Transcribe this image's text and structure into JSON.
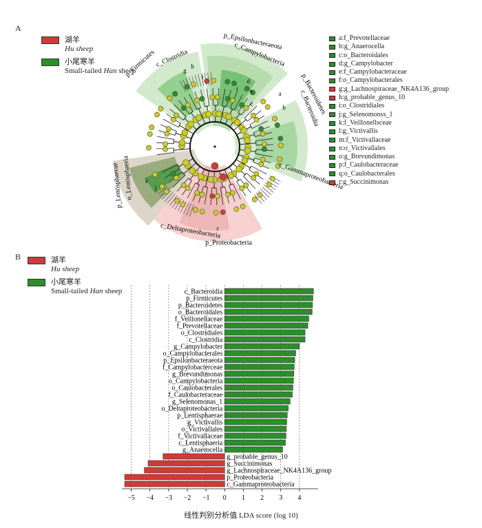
{
  "panels": {
    "a": "A",
    "b": "B"
  },
  "legend": {
    "hu_cn": "湖羊",
    "hu_en": "Hu sheep",
    "han_cn": "小尾寒羊",
    "han_en_prefix": "Small-tailed ",
    "han_en_italic": "Han",
    "han_en_suffix": " sheep"
  },
  "colors": {
    "hu": "#d23a36",
    "han": "#2b8f2b",
    "node": "#cccc22",
    "light_green": "#cde7c7",
    "light_red": "#f4c9c8"
  },
  "cladogram": {
    "keys": [
      {
        "label": "a:f_Prevotellaceae",
        "group": "han"
      },
      {
        "label": "b:g_Anaerocella",
        "group": "han"
      },
      {
        "label": "c:o_Bacteroidales",
        "group": "han"
      },
      {
        "label": "d:g_Campylobacter",
        "group": "han"
      },
      {
        "label": "e:f_Campylobacteraceae",
        "group": "han"
      },
      {
        "label": "f:o_Campylobacterales",
        "group": "han"
      },
      {
        "label": "g:g_Lachnospiraceae_NK4A136_group",
        "group": "hu"
      },
      {
        "label": "h:g_probable_genus_10",
        "group": "hu"
      },
      {
        "label": "i:o_Clostridiales",
        "group": "han"
      },
      {
        "label": "j:g_Selenomonss_1",
        "group": "han"
      },
      {
        "label": "k:f_Veillonellsceae",
        "group": "han"
      },
      {
        "label": "l:g_Victivallis",
        "group": "han"
      },
      {
        "label": "m:f_Victivallaceae",
        "group": "han"
      },
      {
        "label": "n:o_Victivallales",
        "group": "han"
      },
      {
        "label": "o:g_Brevundimonas",
        "group": "han"
      },
      {
        "label": "p:f_Caulobacteraceae",
        "group": "han"
      },
      {
        "label": "q:o_Caulobacterales",
        "group": "han"
      },
      {
        "label": "r:g_Succinimonas",
        "group": "hu"
      }
    ],
    "clade_labels": [
      "p_Firmicutes",
      "c_Clostridia",
      "p_Epsilonbacteraeota",
      "c_Campylobacteria",
      "p_Bacteroidetes",
      "c_Bacteroidia",
      "c_Gammaproteobacteria",
      "p_Proteobacteria",
      "c_Deltaproteobacteria",
      "p_Lentisphaerae",
      "o_Lentisphaeria",
      "p_Lentisphaerae"
    ],
    "node_letters": [
      "a",
      "b",
      "c",
      "d",
      "e",
      "f",
      "g",
      "h",
      "i",
      "j",
      "k",
      "r"
    ]
  },
  "chart_data": {
    "type": "bar",
    "orientation": "horizontal",
    "xlabel": "线性判别分析值  LDA score (log 10)",
    "xlim": [
      -5.5,
      5
    ],
    "xticks": [
      -5,
      -4,
      -3,
      -2,
      -1,
      0,
      1,
      2,
      3,
      4
    ],
    "series": [
      {
        "name": "湖羊 Hu sheep",
        "color": "#d23a36"
      },
      {
        "name": "小尾寒羊 Small-tailed Han sheep",
        "color": "#2b8f2b"
      }
    ],
    "bars": [
      {
        "label": "c_Bacteroidia",
        "value": 4.75,
        "group": "han"
      },
      {
        "label": "p_Firmicutes",
        "value": 4.72,
        "group": "han"
      },
      {
        "label": "p_Bacteroidetes",
        "value": 4.7,
        "group": "han"
      },
      {
        "label": "o_Bacteroidales",
        "value": 4.68,
        "group": "han"
      },
      {
        "label": "f_Veillonellaceae",
        "value": 4.5,
        "group": "han"
      },
      {
        "label": "f_Prevotellaceae",
        "value": 4.45,
        "group": "han"
      },
      {
        "label": "o_Clostridiales",
        "value": 4.3,
        "group": "han"
      },
      {
        "label": "c_Clostridia",
        "value": 4.3,
        "group": "han"
      },
      {
        "label": "g_Campylobacter",
        "value": 4.0,
        "group": "han"
      },
      {
        "label": "o_Campylobacterales",
        "value": 3.8,
        "group": "han"
      },
      {
        "label": "p_Epsilonbacteraeota",
        "value": 3.75,
        "group": "han"
      },
      {
        "label": "f_Campylobacterceae",
        "value": 3.72,
        "group": "han"
      },
      {
        "label": "g_Brevundimonas",
        "value": 3.7,
        "group": "han"
      },
      {
        "label": "o_Campylobacteria",
        "value": 3.68,
        "group": "han"
      },
      {
        "label": "o_Caulobacterales",
        "value": 3.65,
        "group": "han"
      },
      {
        "label": "f_Caulobacteraceae",
        "value": 3.62,
        "group": "han"
      },
      {
        "label": "g_Selenomonas_1",
        "value": 3.5,
        "group": "han"
      },
      {
        "label": "o_Deltaproteobacteria",
        "value": 3.4,
        "group": "han"
      },
      {
        "label": "p_Lentisphaerae",
        "value": 3.35,
        "group": "han"
      },
      {
        "label": "g_Victivallis",
        "value": 3.32,
        "group": "han"
      },
      {
        "label": "o_Victivallales",
        "value": 3.3,
        "group": "han"
      },
      {
        "label": "f_Victivallaceae",
        "value": 3.28,
        "group": "han"
      },
      {
        "label": "c_Lentisphaeria",
        "value": 3.25,
        "group": "han"
      },
      {
        "label": "g_Anaerocella",
        "value": 3.1,
        "group": "han"
      },
      {
        "label": "g_probable_genus_10",
        "value": -3.3,
        "group": "hu"
      },
      {
        "label": "g_Succinimonas",
        "value": -4.1,
        "group": "hu"
      },
      {
        "label": "g_Lachnospiraceae_NK4A136_group",
        "value": -4.3,
        "group": "hu"
      },
      {
        "label": "p_Proteobacteria",
        "value": -5.35,
        "group": "hu"
      },
      {
        "label": "c_Gammaproteobacteria",
        "value": -5.35,
        "group": "hu"
      }
    ]
  }
}
